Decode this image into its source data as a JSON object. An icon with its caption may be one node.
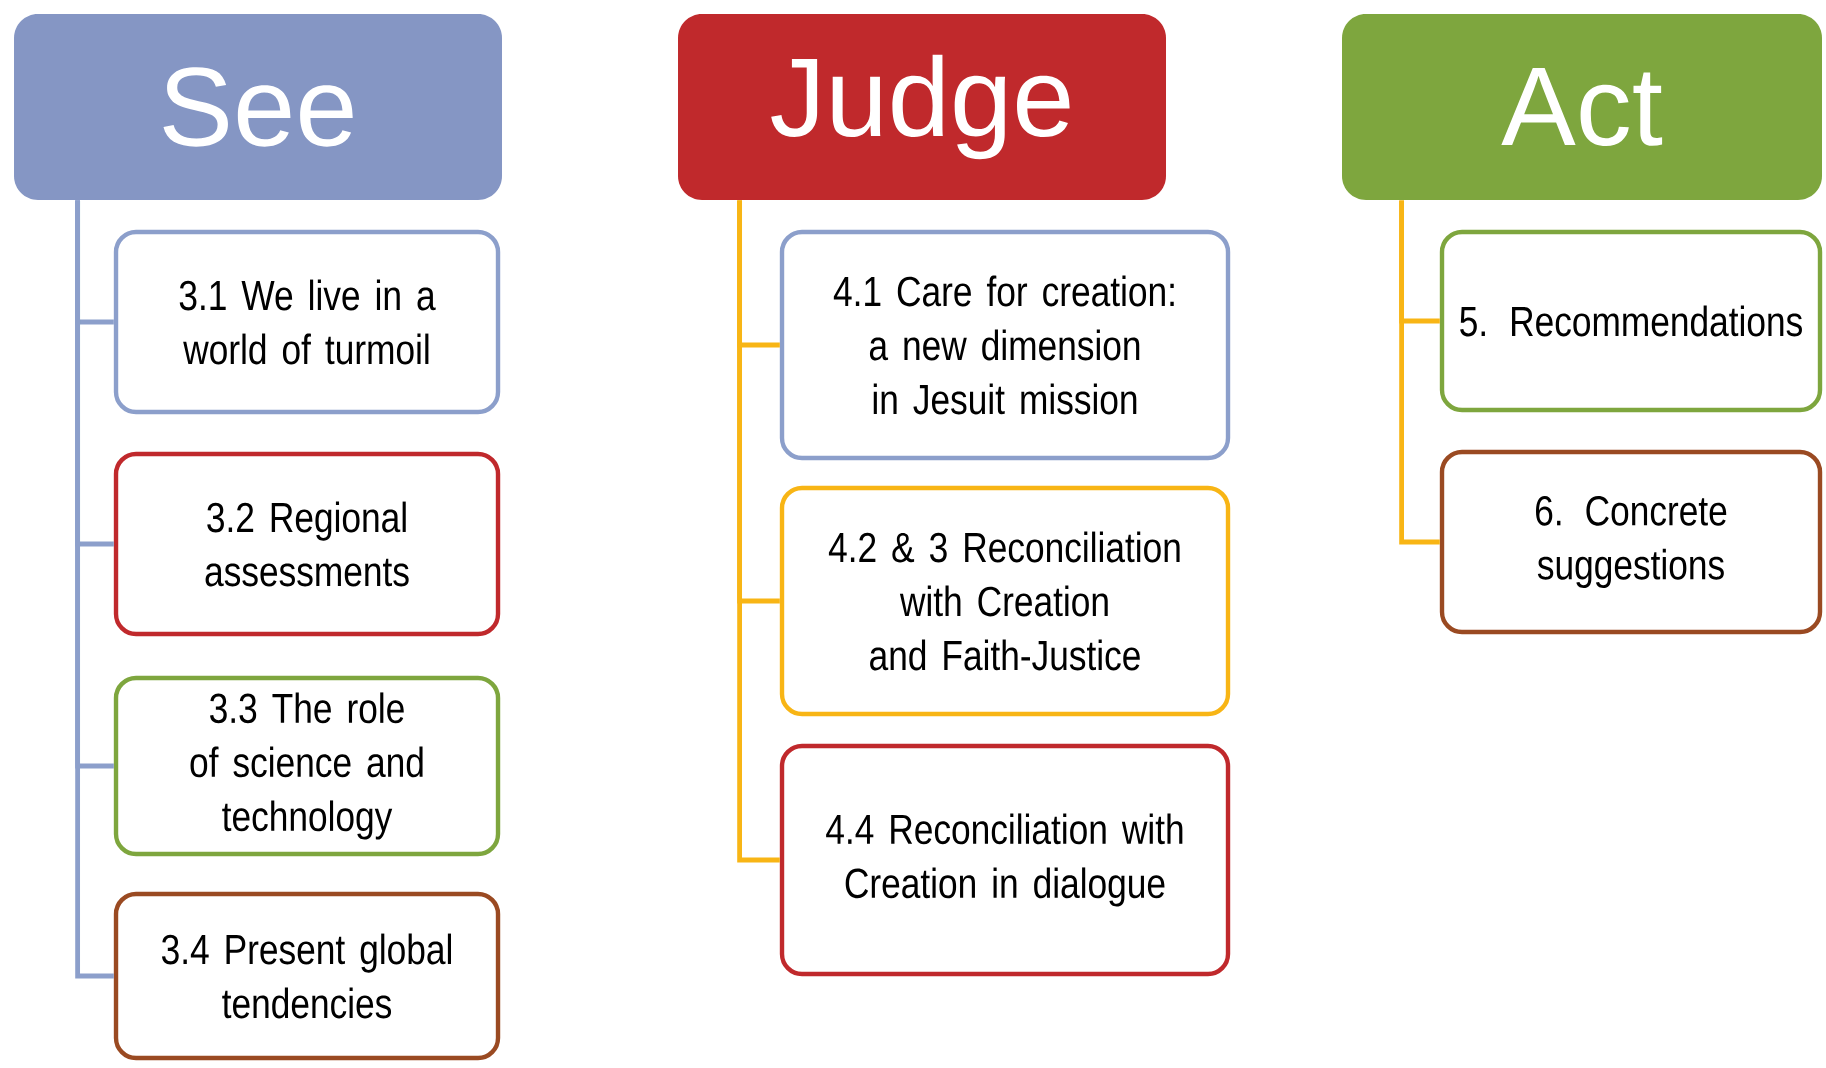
{
  "diagram": {
    "nodes": [
      {
        "text": [
          "See"
        ]
      },
      {
        "text": [
          "3.1 We live in a world of turmoil"
        ]
      },
      {
        "text": [
          "3.2 Regional assessments"
        ]
      },
      {
        "text": [
          "3.3 The role of science and technology"
        ]
      },
      {
        "text": [
          "3.4 Present global tendencies"
        ]
      },
      {
        "text": [
          "Judge"
        ]
      },
      {
        "text": [
          "4.1 Care for creation: a new dimension in Jesuit mission"
        ]
      },
      {
        "text": [
          "4.2 & 3 Reconciliation with Creation and Faith-Justice"
        ]
      },
      {
        "text": [
          "4.4 Reconciliation with Creation in dialogue"
        ]
      },
      {
        "text": [
          "Act"
        ]
      },
      {
        "text": [
          "5. Recommendations"
        ]
      },
      {
        "text": [
          "6. Concrete suggestions"
        ]
      }
    ],
    "edges": [
      {
        "from": 0,
        "to": 1,
        "arrow": "none",
        "color": "#8c9fcb"
      },
      {
        "from": 0,
        "to": 2,
        "arrow": "none",
        "color": "#8c9fcb"
      },
      {
        "from": 0,
        "to": 3,
        "arrow": "none",
        "color": "#8c9fcb"
      },
      {
        "from": 0,
        "to": 4,
        "arrow": "none",
        "color": "#8c9fcb"
      },
      {
        "from": 5,
        "to": 6,
        "arrow": "none"
      },
      {
        "from": 5,
        "to": 7,
        "arrow": "none"
      },
      {
        "from": 5,
        "to": 8,
        "arrow": "none"
      },
      {
        "from": 9,
        "to": 10,
        "arrow": "none"
      },
      {
        "from": 9,
        "to": 11,
        "arrow": "none"
      }
    ]
  }
}
